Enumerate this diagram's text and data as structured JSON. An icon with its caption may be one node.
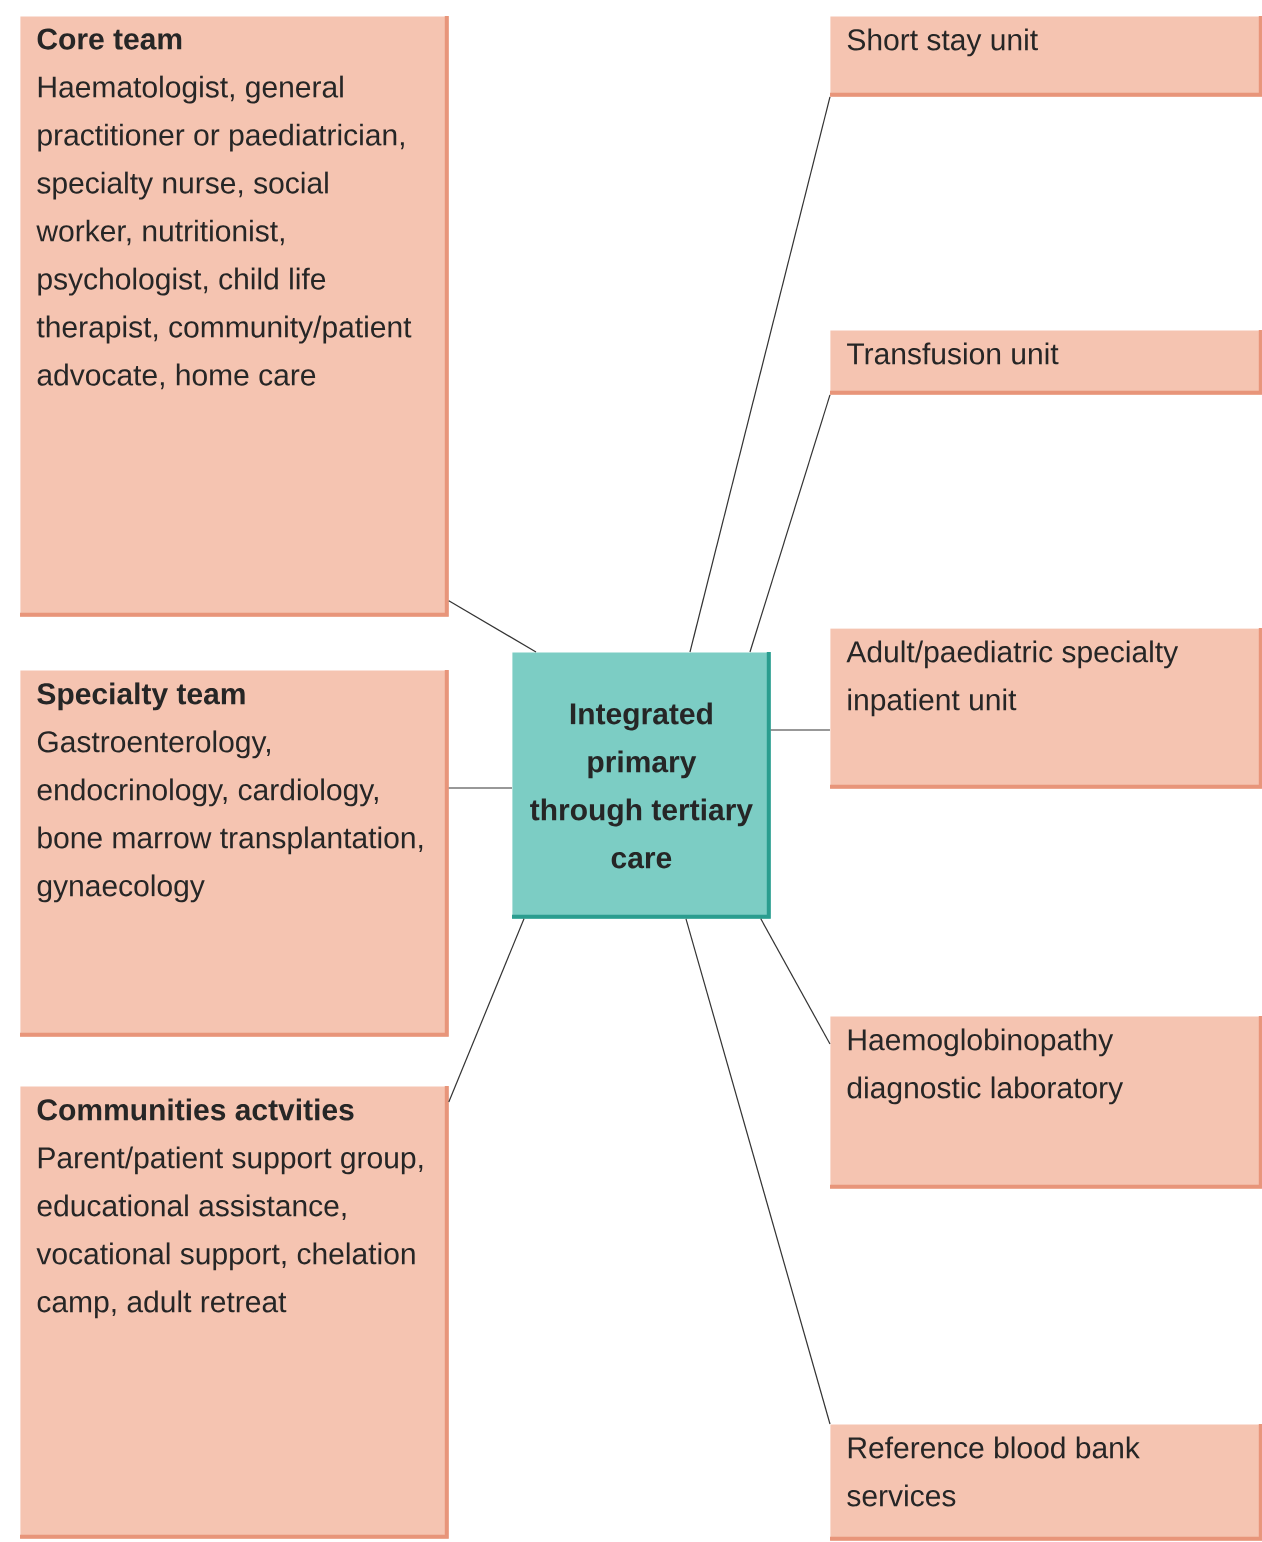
{
  "diagram": {
    "nodes": [
      {
        "text": [
          "Core team",
          "Haematologist, general practitioner or paediatrician, specialty nurse, social worker, nutritionist, psychologist, child life therapist, community/patient advocate, home care"
        ]
      },
      {
        "text": [
          "Specialty team",
          "Gastroenterology, endocrinology, cardiology, bone marrow transplantation, gynaecology"
        ]
      },
      {
        "text": [
          "Communities actvities",
          "Parent/patient support group, educational assistance, vocational support, chelation camp, adult retreat"
        ]
      },
      {
        "text": [
          "Integrated primary through tertiary care"
        ]
      },
      {
        "text": [
          "Short stay unit"
        ]
      },
      {
        "text": [
          "Transfusion unit"
        ]
      },
      {
        "text": [
          "Adult/paediatric specialty inpatient unit"
        ]
      },
      {
        "text": [
          "Haemoglobinopathy diagnostic laboratory"
        ]
      },
      {
        "text": [
          "Reference blood bank services"
        ]
      }
    ],
    "edges": [
      {
        "from": 3,
        "to": 0,
        "arrow": "none"
      },
      {
        "from": 3,
        "to": 1,
        "arrow": "none"
      },
      {
        "from": 3,
        "to": 2,
        "arrow": "none"
      },
      {
        "from": 3,
        "to": 4,
        "arrow": "none"
      },
      {
        "from": 3,
        "to": 5,
        "arrow": "none"
      },
      {
        "from": 3,
        "to": 6,
        "arrow": "none"
      },
      {
        "from": 3,
        "to": 7,
        "arrow": "none"
      },
      {
        "from": 3,
        "to": 8,
        "arrow": "none"
      }
    ]
  }
}
